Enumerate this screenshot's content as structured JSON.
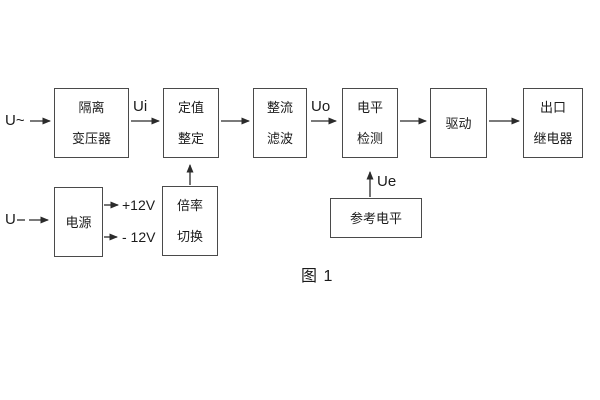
{
  "figure": {
    "caption": "图 1"
  },
  "diagram": {
    "boxes": [
      {
        "id": "isolation-transformer",
        "lines": [
          "隔离",
          "变压器"
        ]
      },
      {
        "id": "setpoint-adjust",
        "lines": [
          "定值",
          "整定"
        ]
      },
      {
        "id": "rectifier-filter",
        "lines": [
          "整流",
          "滤波"
        ]
      },
      {
        "id": "level-detect",
        "lines": [
          "电平",
          "检测"
        ]
      },
      {
        "id": "drive",
        "lines": [
          "驱动"
        ]
      },
      {
        "id": "output-relay",
        "lines": [
          "出口",
          "继电器"
        ]
      },
      {
        "id": "power-supply",
        "lines": [
          "电源"
        ]
      },
      {
        "id": "ratio-switch",
        "lines": [
          "倍率",
          "切换"
        ]
      },
      {
        "id": "reference-level",
        "lines": [
          "参考电平"
        ]
      }
    ],
    "labels": [
      {
        "id": "input-ac",
        "text": "U~"
      },
      {
        "id": "signal-ui",
        "text": "Ui"
      },
      {
        "id": "signal-uo",
        "text": "Uo"
      },
      {
        "id": "signal-ue",
        "text": "Ue"
      },
      {
        "id": "input-dc",
        "text": "U"
      },
      {
        "id": "rail-plus-12v",
        "text": "+12V"
      },
      {
        "id": "rail-minus-12v",
        "text": "- 12V"
      }
    ],
    "colors": {
      "line": "#2b2b2b",
      "box_border": "#4a4a4a",
      "text": "#1b1b1b",
      "background": "#ffffff"
    }
  }
}
